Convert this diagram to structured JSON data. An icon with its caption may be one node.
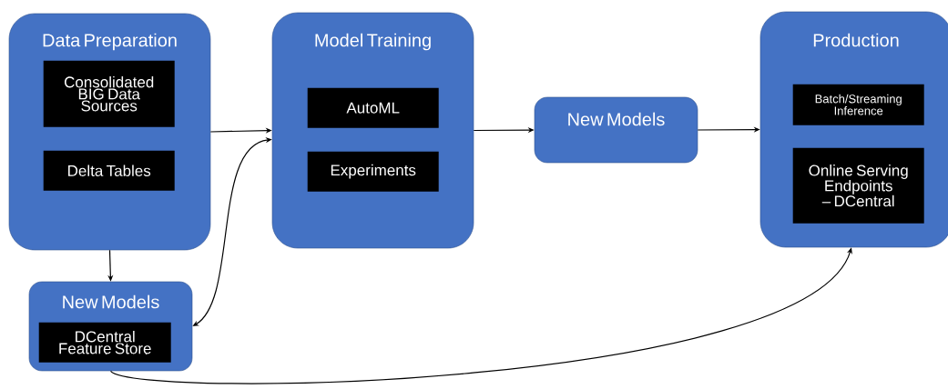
{
  "diagram": {
    "nodes": [
      {
        "text": [
          "Data Preparation"
        ]
      },
      {
        "text": [
          "Consolidated BIG Data Sources"
        ],
        "in": 0
      },
      {
        "text": [
          "Delta Tables"
        ],
        "in": 0
      },
      {
        "text": [
          "Model Training"
        ]
      },
      {
        "text": [
          "AutoML"
        ],
        "in": 3
      },
      {
        "text": [
          "Experiments"
        ],
        "in": 3
      },
      {
        "text": [
          "New Models"
        ]
      },
      {
        "text": [
          "Production"
        ]
      },
      {
        "text": [
          "Batch/Streaming Inference"
        ],
        "in": 7
      },
      {
        "text": [
          "Online Serving Endpoints – DCentral"
        ],
        "in": 7
      },
      {
        "text": [
          "New Models"
        ]
      },
      {
        "text": [
          "DCentral Feature Store"
        ],
        "in": 10
      }
    ],
    "edges": [
      {
        "from": 0,
        "to": 3,
        "arrow": "to"
      },
      {
        "from": 3,
        "to": 6,
        "arrow": "to"
      },
      {
        "from": 6,
        "to": 7,
        "arrow": "to"
      },
      {
        "from": 0,
        "to": 10,
        "arrow": "to"
      },
      {
        "from": 10,
        "to": 3,
        "arrow": "both"
      },
      {
        "from": 10,
        "to": 7,
        "arrow": "to"
      }
    ]
  }
}
